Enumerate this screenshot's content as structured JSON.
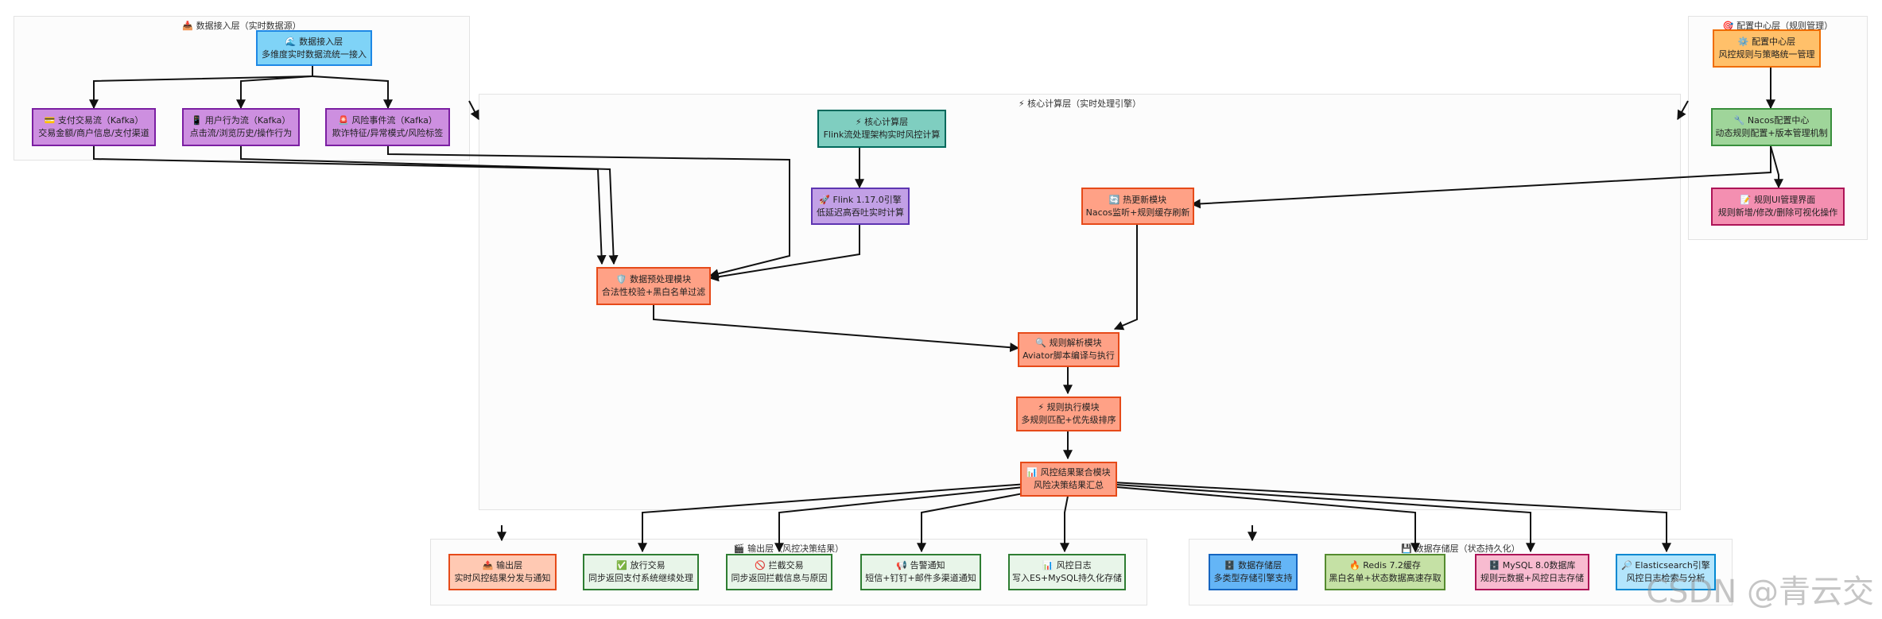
{
  "groups": {
    "ingest": "📥 数据接入层（实时数据源）",
    "config": "🎯 配置中心层（规则管理）",
    "compute": "⚡ 核心计算层（实时处理引擎）",
    "output": "🎬 输出层（风控决策结果）",
    "storage": "💾 数据存储层（状态持久化）"
  },
  "nodes": {
    "ingest_head": {
      "title": "🌊 数据接入层",
      "desc": "多维度实时数据流统一接入"
    },
    "pay_stream": {
      "title": "💳 支付交易流（Kafka）",
      "desc": "交易金额/商户信息/支付渠道"
    },
    "behavior_stream": {
      "title": "📱 用户行为流（Kafka）",
      "desc": "点击流/浏览历史/操作行为"
    },
    "risk_stream": {
      "title": "🚨 风险事件流（Kafka）",
      "desc": "欺诈特征/异常模式/风险标签"
    },
    "config_head": {
      "title": "⚙️ 配置中心层",
      "desc": "风控规则与策略统一管理"
    },
    "nacos_center": {
      "title": "🔧 Nacos配置中心",
      "desc": "动态规则配置+版本管理机制"
    },
    "rule_ui": {
      "title": "📝 规则UI管理界面",
      "desc": "规则新增/修改/删除可视化操作"
    },
    "compute_head": {
      "title": "⚡ 核心计算层",
      "desc": "Flink流处理架构实时风控计算"
    },
    "flink_engine": {
      "title": "🚀 Flink 1.17.0引擎",
      "desc": "低延迟高吞吐实时计算"
    },
    "hot_update": {
      "title": "🔄 热更新模块",
      "desc": "Nacos监听+规则缓存刷新"
    },
    "preprocess": {
      "title": "🛡️ 数据预处理模块",
      "desc": "合法性校验+黑白名单过滤"
    },
    "rule_parse": {
      "title": "🔍 规则解析模块",
      "desc": "Aviator脚本编译与执行"
    },
    "rule_exec": {
      "title": "⚡ 规则执行模块",
      "desc": "多规则匹配+优先级排序"
    },
    "aggregate": {
      "title": "📊 风控结果聚合模块",
      "desc": "风险决策结果汇总"
    },
    "output_head": {
      "title": "📤 输出层",
      "desc": "实时风控结果分发与通知"
    },
    "pass_tx": {
      "title": "✅ 放行交易",
      "desc": "同步返回支付系统继续处理"
    },
    "block_tx": {
      "title": "🚫 拦截交易",
      "desc": "同步返回拦截信息与原因"
    },
    "alert": {
      "title": "📢 告警通知",
      "desc": "短信+钉钉+邮件多渠道通知"
    },
    "risk_log": {
      "title": "📊 风控日志",
      "desc": "写入ES+MySQL持久化存储"
    },
    "storage_head": {
      "title": "🗄️ 数据存储层",
      "desc": "多类型存储引擎支持"
    },
    "redis": {
      "title": "🔥 Redis 7.2缓存",
      "desc": "黑白名单+状态数据高速存取"
    },
    "mysql": {
      "title": "🗄️ MySQL 8.0数据库",
      "desc": "规则元数据+风控日志存储"
    },
    "es": {
      "title": "🔎 Elasticsearch引擎",
      "desc": "风控日志检索与分析"
    }
  },
  "watermark": "CSDN @青云交",
  "colors": {
    "blue": "#7fd3f7",
    "purple": "#cd8fe0",
    "orange": "#ffc06a",
    "green": "#9fd59a",
    "pink": "#f48fb1",
    "teal": "#7fcec0",
    "lavender": "#c2a0e6",
    "salmon": "#ffa186",
    "output_head": "#ffc9b3",
    "pale_green": "#e8f5e9",
    "redis": "#c5e1a5",
    "mysql": "#f8bbd0",
    "es": "#b3e5fc",
    "storage_head": "#64b5f6"
  }
}
